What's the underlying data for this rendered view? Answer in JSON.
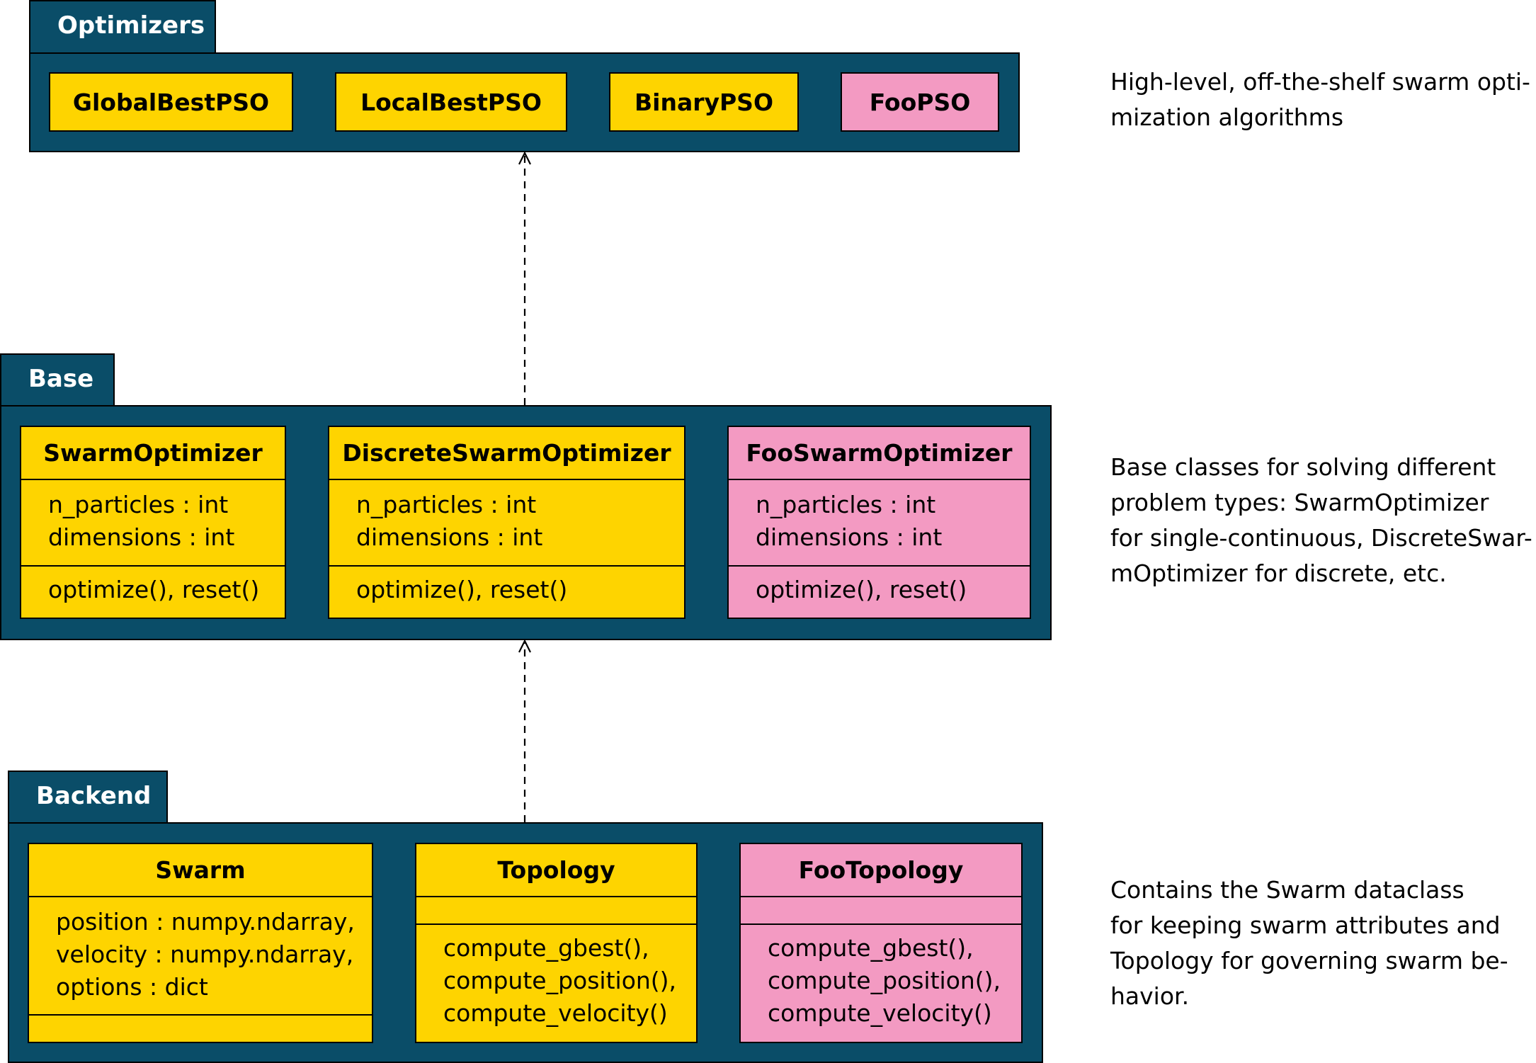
{
  "packages": {
    "optimizers": {
      "title": "Optimizers",
      "classes": [
        "GlobalBestPSO",
        "LocalBestPSO",
        "BinaryPSO",
        "FooPSO"
      ],
      "description": [
        "High-level, off-the-shelf swarm opti-",
        "mization algorithms"
      ]
    },
    "base": {
      "title": "Base",
      "classes": [
        {
          "name": "SwarmOptimizer",
          "attrs": [
            "n_particles : int",
            "dimensions : int"
          ],
          "ops": [
            "optimize(), reset()"
          ]
        },
        {
          "name": "DiscreteSwarmOptimizer",
          "attrs": [
            "n_particles : int",
            "dimensions : int"
          ],
          "ops": [
            "optimize(), reset()"
          ]
        },
        {
          "name": "FooSwarmOptimizer",
          "attrs": [
            "n_particles : int",
            "dimensions : int"
          ],
          "ops": [
            "optimize(), reset()"
          ]
        }
      ],
      "description": [
        "Base classes for solving different",
        "problem types: SwarmOptimizer",
        "for single-continuous, DiscreteSwar-",
        "mOptimizer for discrete, etc."
      ]
    },
    "backend": {
      "title": "Backend",
      "classes": [
        {
          "name": "Swarm",
          "attrs": [
            "position : numpy.ndarray,",
            "velocity : numpy.ndarray,",
            "options : dict"
          ],
          "ops": []
        },
        {
          "name": "Topology",
          "attrs": [],
          "ops": [
            "compute_gbest(),",
            "compute_position(),",
            "compute_velocity()"
          ]
        },
        {
          "name": "FooTopology",
          "attrs": [],
          "ops": [
            "compute_gbest(),",
            "compute_position(),",
            "compute_velocity()"
          ]
        }
      ],
      "description": [
        "Contains the Swarm dataclass",
        "for keeping swarm attributes and",
        "Topology for governing swarm be-",
        "havior."
      ]
    }
  },
  "colors": {
    "package": "#0a4d68",
    "standard_class": "#fed400",
    "custom_class": "#f39ac2",
    "package_text": "#ffffff"
  }
}
